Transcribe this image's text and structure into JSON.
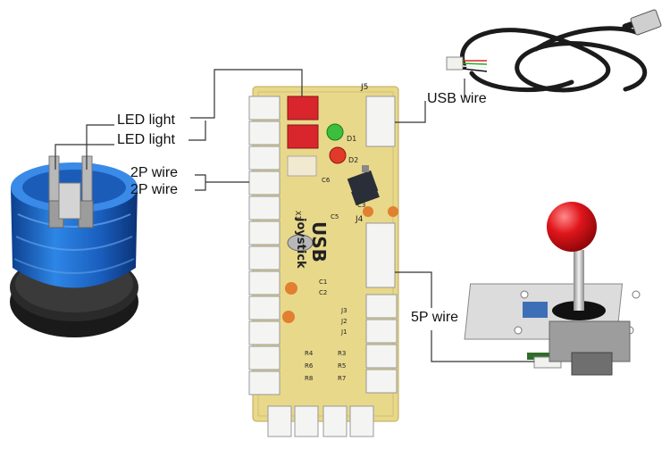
{
  "labels": {
    "led_light_1": "LED light",
    "led_light_2": "LED light",
    "p2_wire_1": "2P wire",
    "p2_wire_2": "2P wire",
    "usb_wire": "USB wire",
    "p5_wire": "5P wire"
  },
  "board": {
    "title": "USB",
    "subtitle": "joystick",
    "silk": [
      "J5",
      "J4",
      "D1",
      "D2",
      "C5",
      "C1",
      "C2",
      "J3",
      "J2",
      "J1",
      "R4",
      "R3",
      "R6",
      "R5",
      "R8",
      "R7",
      "X1",
      "C6",
      "C3"
    ]
  },
  "colors": {
    "board": "#e8d88a",
    "connector": "#f4f4f2",
    "red_connector": "#d8262c",
    "button_blue": "#1f6fd0",
    "ball_red": "#e0161c",
    "line": "#333333"
  }
}
